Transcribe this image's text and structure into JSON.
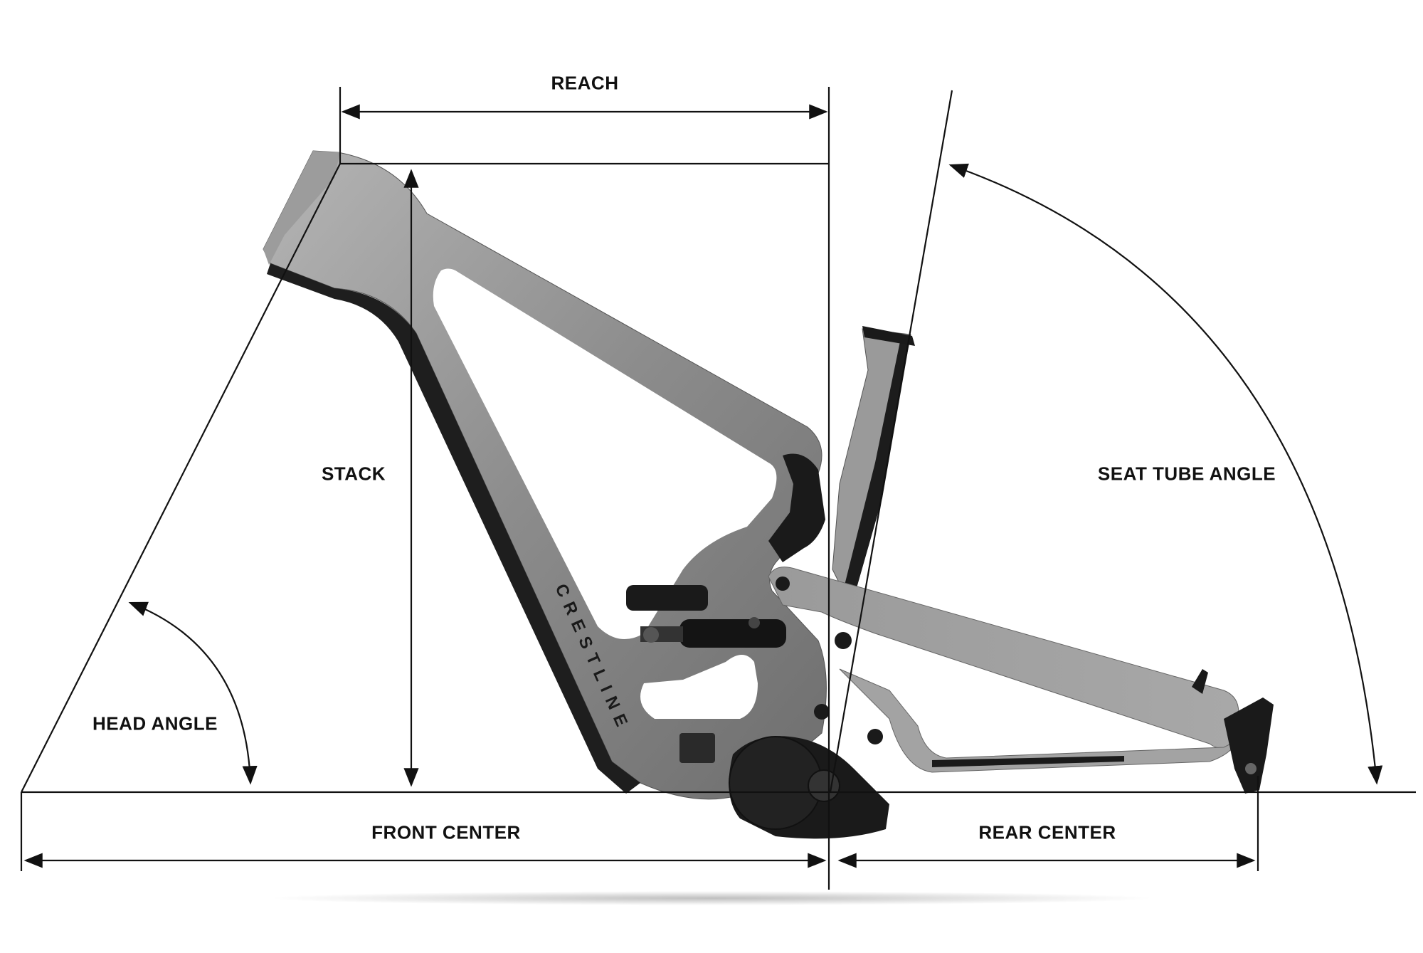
{
  "diagram": {
    "labels": {
      "reach": "REACH",
      "stack": "STACK",
      "seat_tube_angle": "SEAT TUBE ANGLE",
      "head_angle": "HEAD ANGLE",
      "front_center": "FRONT CENTER",
      "rear_center": "REAR CENTER"
    },
    "frame_brand": "CRESTLINE",
    "colors": {
      "line": "#111111",
      "frame": "#8a8a8a",
      "frame_dark": "#1b1b1b",
      "background": "#ffffff"
    }
  }
}
